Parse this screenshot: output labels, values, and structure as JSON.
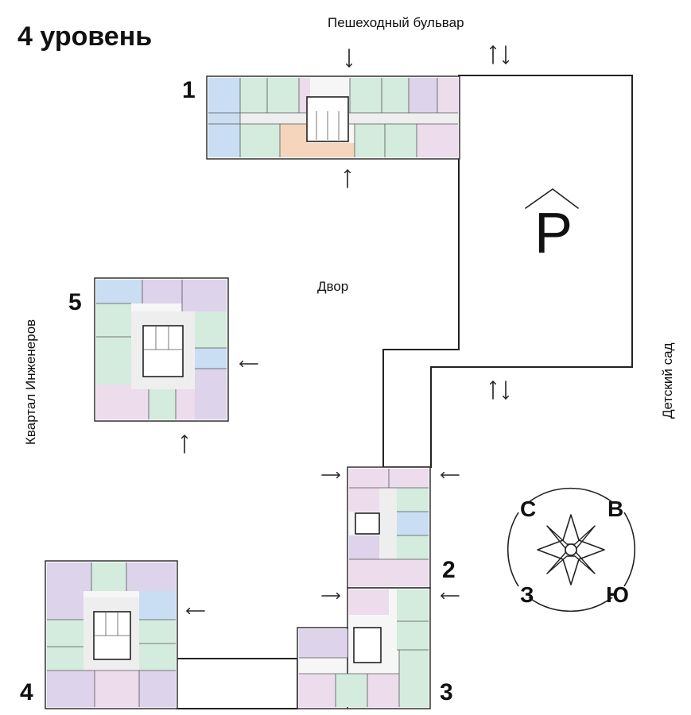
{
  "header": {
    "title": "4 уровень"
  },
  "streets": {
    "north": "Пешеходный бульвар",
    "west": "Квартал Инженеров",
    "east": "Детский сад",
    "courtyard": "Двор"
  },
  "parking": {
    "label": "P"
  },
  "buildings": [
    {
      "number": "1"
    },
    {
      "number": "2"
    },
    {
      "number": "3"
    },
    {
      "number": "4"
    },
    {
      "number": "5"
    }
  ],
  "compass": {
    "north": "С",
    "east": "В",
    "south": "Ю",
    "west": "З"
  },
  "apartment_colors": {
    "blue": "#c9def2",
    "green": "#d3ecdd",
    "purple": "#ddd3ea",
    "orange": "#f6d5bd",
    "pink": "#ecdcec"
  },
  "icons": {
    "entrance": "arrow-icon",
    "two_way": "two-way-arrow-icon",
    "compass": "compass-rose-icon"
  }
}
